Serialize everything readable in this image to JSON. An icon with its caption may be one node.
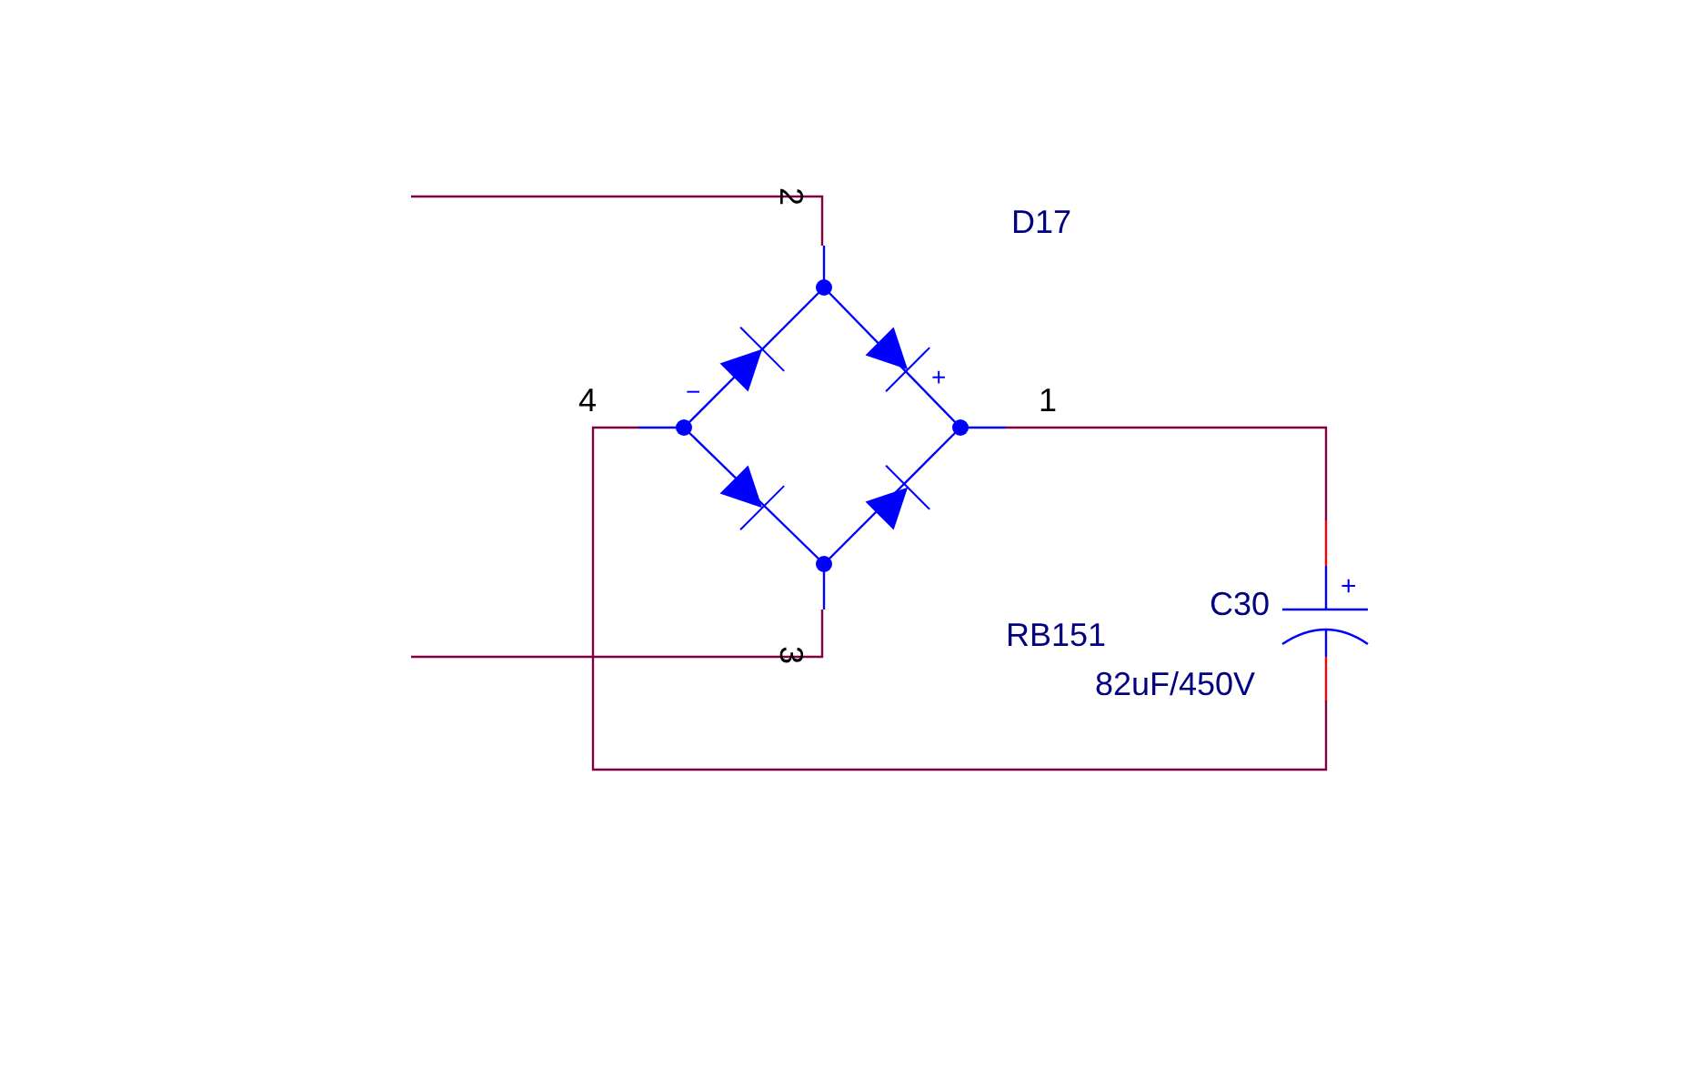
{
  "diagram": {
    "nodes": [
      {
        "text": [],
        "shape": "picture",
        "beside": [
          "D17",
          "RB151"
        ]
      },
      {
        "text": [],
        "shape": "picture",
        "beside": [
          "C30",
          "82uF/450V"
        ]
      }
    ],
    "edges": [
      {
        "from": null,
        "to": 0,
        "arrow": "none"
      },
      {
        "from": null,
        "to": 0,
        "arrow": "none"
      },
      {
        "from": 0,
        "to": 1,
        "arrow": "none"
      },
      {
        "from": 1,
        "to": 0,
        "arrow": "none"
      }
    ],
    "labels": [
      "2",
      "−",
      "+",
      "4",
      "1",
      "+",
      "3"
    ]
  }
}
